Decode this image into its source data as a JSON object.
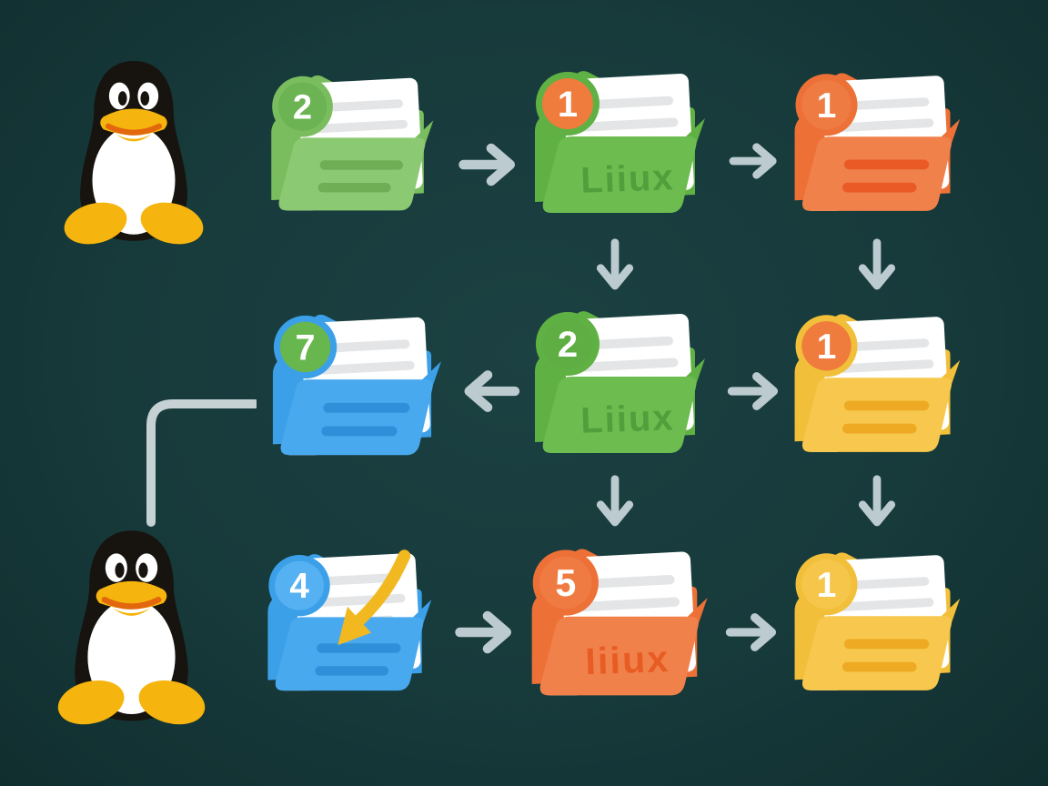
{
  "background": "#173a3b",
  "palette": {
    "arrow_gray": "#bccbd0",
    "elbow_gray": "#c5d1d3",
    "paper": "#ffffff",
    "paper_line": "#e3e5e7",
    "tux_black": "#17130e",
    "tux_white": "#ffffff",
    "tux_yellow": "#f5b40e",
    "tux_orange": "#e2670d",
    "curved_arrow": "#f2b820"
  },
  "penguins": [
    {
      "id": "tux-top",
      "description": "Tux penguin mascot, top left"
    },
    {
      "id": "tux-bottom",
      "description": "Tux penguin mascot, bottom left"
    }
  ],
  "folders": [
    {
      "name": "folder-light-green",
      "badge": {
        "value": "2",
        "color": "#6cb453"
      },
      "label": null,
      "paper_lines": 2,
      "front_style": "lines",
      "colors": {
        "front": "#8cc973",
        "back": "#7abd5e",
        "accent": "#6fae54"
      }
    },
    {
      "name": "folder-green-liiux-1",
      "badge": {
        "value": "1",
        "color": "#ef7b3c"
      },
      "label": "Liiux",
      "paper_lines": 2,
      "front_style": "label",
      "colors": {
        "front": "#6cbc4f",
        "back": "#60b144",
        "accent": "#4f9f3c"
      }
    },
    {
      "name": "folder-orange-1",
      "badge": {
        "value": "1",
        "color": "#ee7b42"
      },
      "label": null,
      "paper_lines": 2,
      "front_style": "lines",
      "colors": {
        "front": "#f0814a",
        "back": "#ed7037",
        "accent": "#ea5a27"
      }
    },
    {
      "name": "folder-blue-7",
      "badge": {
        "value": "7",
        "color": "#68b64e"
      },
      "label": null,
      "paper_lines": 2,
      "front_style": "lines",
      "colors": {
        "front": "#49a9ef",
        "back": "#3ba0e8",
        "accent": "#2f90da"
      }
    },
    {
      "name": "folder-green-liiux-2",
      "badge": {
        "value": "2",
        "color": "#5fae43"
      },
      "label": "Liiux",
      "paper_lines": 2,
      "front_style": "label",
      "colors": {
        "front": "#6cbc4f",
        "back": "#60b144",
        "accent": "#4f9f3c"
      }
    },
    {
      "name": "folder-yellow-1-mid",
      "badge": {
        "value": "1",
        "color": "#ef7b3c"
      },
      "label": null,
      "paper_lines": 2,
      "front_style": "lines",
      "colors": {
        "front": "#f7c84d",
        "back": "#f2bf3a",
        "accent": "#edaa22"
      }
    },
    {
      "name": "folder-blue-4-drop",
      "badge": {
        "value": "4",
        "color": "#55b1f2"
      },
      "label": null,
      "paper_lines": 3,
      "front_style": "lines",
      "has_drop_arrow": true,
      "colors": {
        "front": "#49a9ef",
        "back": "#3ba0e8",
        "accent": "#2f90da"
      }
    },
    {
      "name": "folder-orange-iiiux-5",
      "badge": {
        "value": "5",
        "color": "#ef7b42"
      },
      "label": "Iiiux",
      "paper_lines": 2,
      "front_style": "label",
      "colors": {
        "front": "#f0814a",
        "back": "#ed7037",
        "accent": "#e85c24"
      }
    },
    {
      "name": "folder-yellow-1-bottom",
      "badge": {
        "value": "1",
        "color": "#f5c64a"
      },
      "label": null,
      "paper_lines": 2,
      "front_style": "lines",
      "colors": {
        "front": "#f7c84d",
        "back": "#f2bf3a",
        "accent": "#edaa22"
      }
    }
  ],
  "arrows": [
    {
      "id": "arrow-a-to-b",
      "dir": "right"
    },
    {
      "id": "arrow-b-to-c",
      "dir": "right"
    },
    {
      "id": "arrow-b-down-e",
      "dir": "down"
    },
    {
      "id": "arrow-c-down-f",
      "dir": "down"
    },
    {
      "id": "arrow-e-to-d",
      "dir": "left"
    },
    {
      "id": "arrow-e-to-f",
      "dir": "right"
    },
    {
      "id": "arrow-e-down-h",
      "dir": "down"
    },
    {
      "id": "arrow-f-down-i",
      "dir": "down"
    },
    {
      "id": "arrow-g-to-h",
      "dir": "right"
    },
    {
      "id": "arrow-h-to-i",
      "dir": "right"
    }
  ],
  "connectors": [
    {
      "id": "elbow-connector",
      "from": "folder-blue-7",
      "to": "tux-bottom"
    }
  ]
}
